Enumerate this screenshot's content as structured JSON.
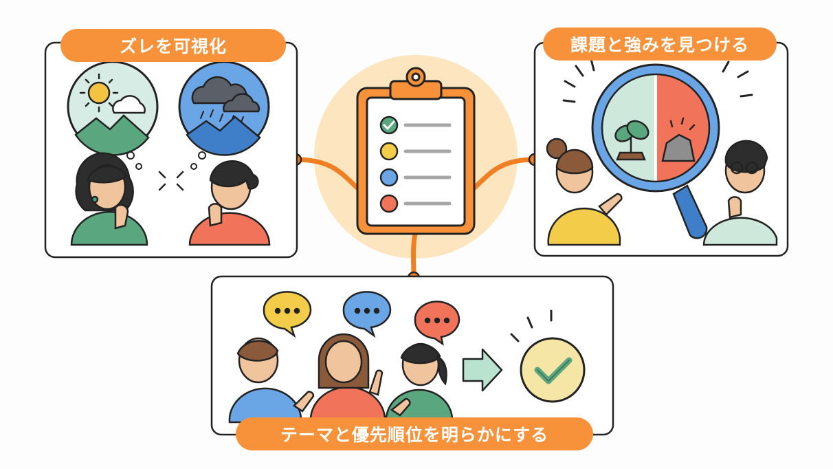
{
  "panels": {
    "left": {
      "title": "ズレを可視化"
    },
    "right": {
      "title": "課題と強みを見つける"
    },
    "bottom": {
      "title": "テーマと優先順位を明らかにする"
    }
  },
  "colors": {
    "accent": "#f7923a",
    "panel_border": "#222222",
    "check_green": "#5aa77f",
    "check_yellow": "#f3cd4a",
    "check_blue": "#6aa6e6",
    "check_red": "#f0735a",
    "glow": "#fde6bf"
  },
  "checklist": {
    "items": [
      {
        "color": "green",
        "checked": true
      },
      {
        "color": "yellow",
        "checked": false
      },
      {
        "color": "blue",
        "checked": false
      },
      {
        "color": "red",
        "checked": false
      }
    ]
  }
}
